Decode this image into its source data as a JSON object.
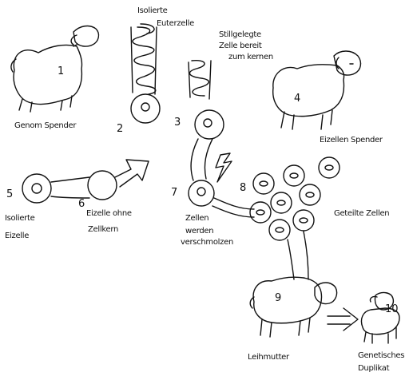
{
  "labels": {
    "genom_spender": "Genom Spender",
    "isolierte_euterzelle_1": "Isolierte",
    "isolierte_euterzelle_2": "Euterzelle",
    "stillgelegte_1": "Stillgelegte",
    "stillgelegte_2": "Zelle bereit",
    "stillgelegte_3": "zum kernen",
    "eizellen_spender": "Eizellen Spender",
    "isolierte_eizelle_1": "Isolierte",
    "isolierte_eizelle_2": "Eizelle",
    "eizelle_ohne_1": "Eizelle ohne",
    "eizelle_ohne_2": "Zellkern",
    "zellen_1": "Zellen",
    "zellen_2": "werden",
    "zellen_3": "verschmolzen",
    "geteilte_zellen": "Geteilte Zellen",
    "leihmutter": "Leihmutter",
    "genetisches_1": "Genetisches",
    "genetisches_2": "Duplikat"
  },
  "step_numbers": {
    "s1": "1",
    "s2": "2",
    "s3": "3",
    "s4": "4",
    "s5": "5",
    "s6": "6",
    "s7": "7",
    "s8": "8",
    "s9": "9",
    "s10": "10"
  }
}
